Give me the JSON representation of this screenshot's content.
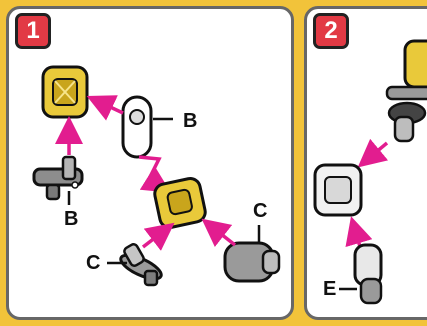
{
  "steps": [
    {
      "number": "1",
      "labels": {
        "b_connector": "B",
        "b_base": "B",
        "c_grey": "C",
        "c_connector": "C"
      }
    },
    {
      "number": "2",
      "labels": {
        "e_part": "E"
      }
    }
  ],
  "colors": {
    "background": "#f2c33a",
    "panel_border": "#676767",
    "badge": "#e23a45",
    "arrow": "#e21d8f",
    "yellow_part": "#e9c93a",
    "grey_part": "#9a9a9a"
  }
}
